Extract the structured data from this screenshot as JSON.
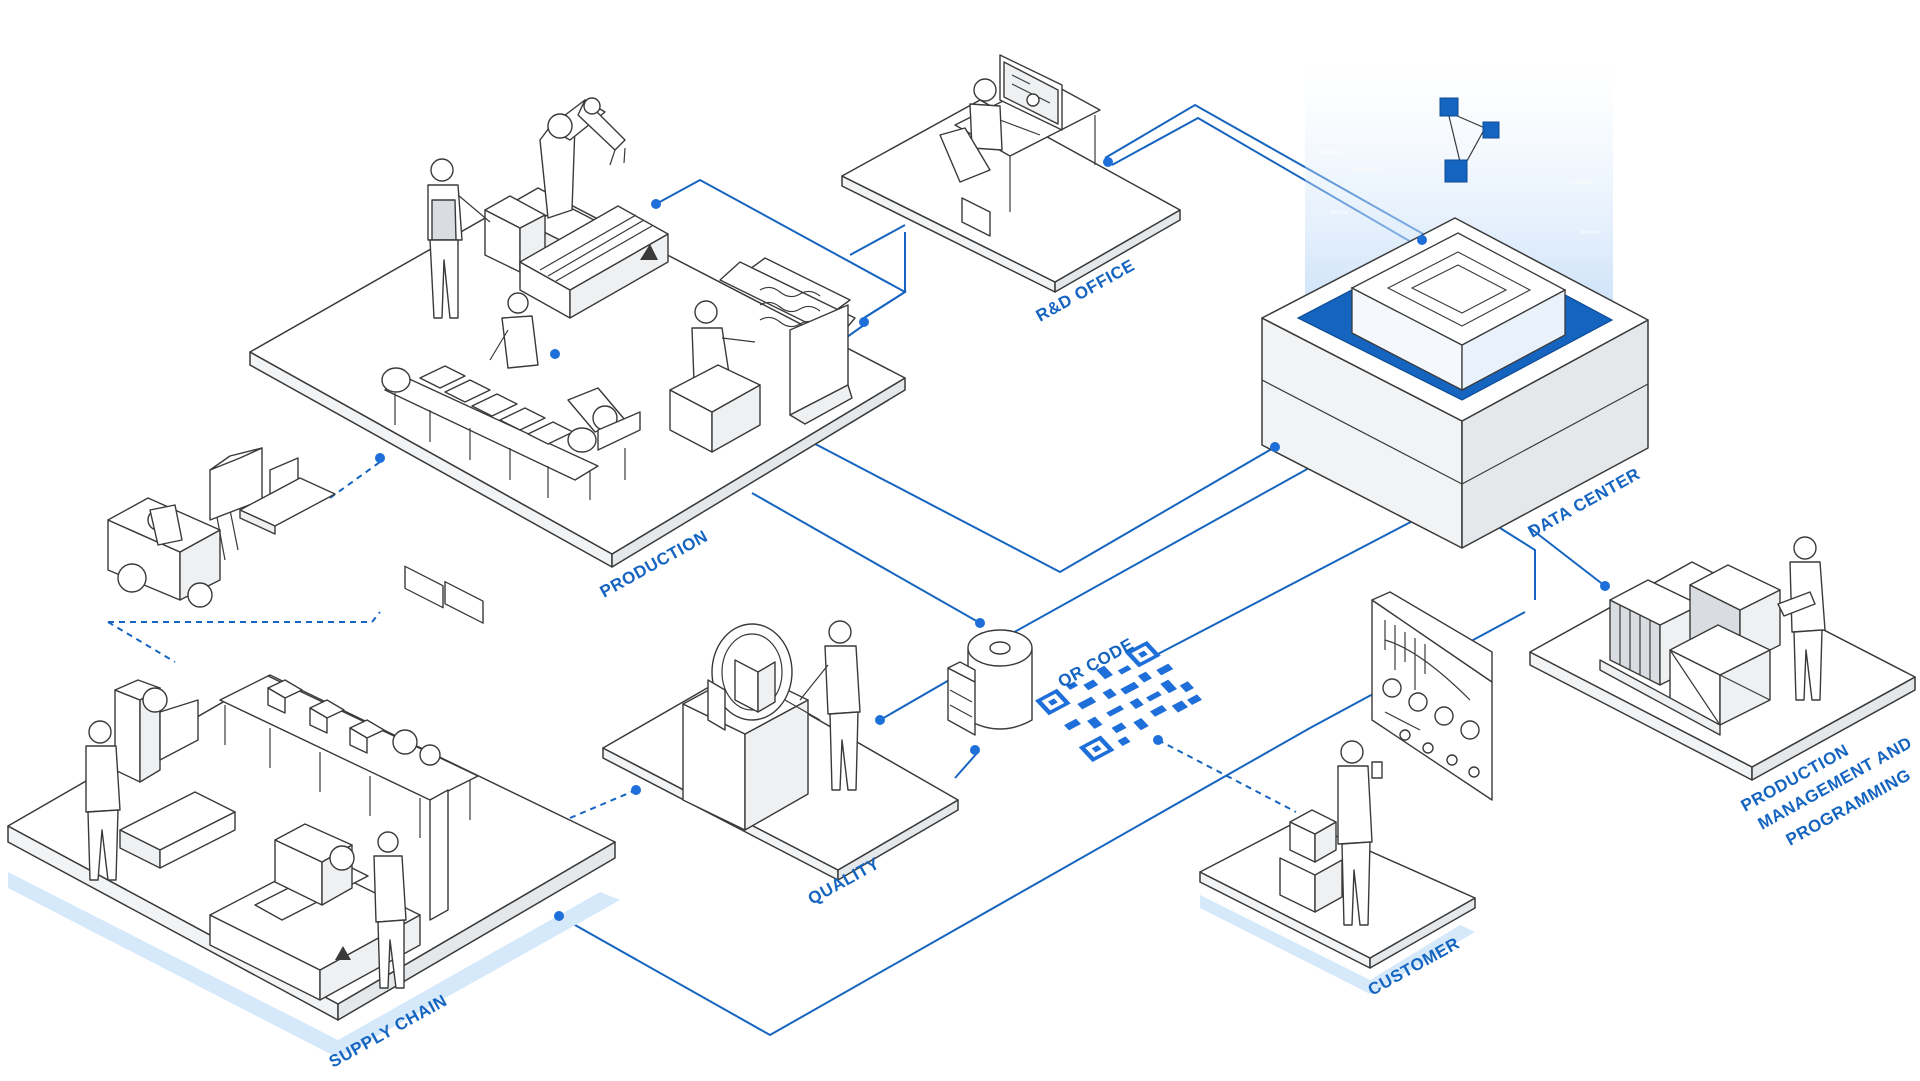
{
  "labels": {
    "production": "PRODUCTION",
    "rd_office": "R&D OFFICE",
    "data_center": "DATA CENTER",
    "supply_chain": "SUPPLY CHAIN",
    "quality": "QUALITY",
    "qr_code": "QR CODE",
    "customer": "CUSTOMER",
    "production_management_line1": "PRODUCTION",
    "production_management_line2": "MANAGEMENT AND",
    "production_management_line3": "PROGRAMMING"
  },
  "colors": {
    "accent": "#1565c0",
    "accent_light": "#1e6fd9",
    "shadow": "#d6e9fb",
    "outline": "#3a3a3a"
  },
  "icons": [
    "robot-arm-icon",
    "conveyor-icon",
    "worker-icon",
    "forklift-icon",
    "computer-desk-icon",
    "server-block-icon",
    "magnifier-icon",
    "qr-code-icon",
    "spool-icon",
    "chart-panel-icon",
    "pallet-boxes-icon",
    "milling-machine-icon"
  ]
}
